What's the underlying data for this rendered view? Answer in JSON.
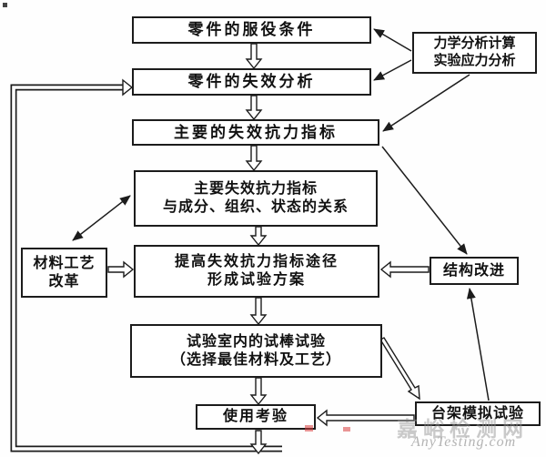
{
  "diagram": {
    "nodes": {
      "service_conditions": "零件的服役条件",
      "failure_analysis": "零件的失效分析",
      "main_resistance_index": "主要的失效抗力指标",
      "relation": [
        "主要失效抗力指标",
        "与成分、组织、状态的关系"
      ],
      "improve": [
        "提高失效抗力指标途径",
        "形成试验方案"
      ],
      "lab_test": [
        "试验室内的试棒试验",
        "（选择最佳材料及工艺）"
      ],
      "service_verification": "使用考验",
      "material_process": [
        "材料工艺",
        "改革"
      ],
      "mechanics": [
        "力学分析计算",
        "实验应力分析"
      ],
      "structure_improvement": "结构改进",
      "bench_test": "台架模拟试验"
    },
    "watermark": {
      "cn": "嘉峪检测网",
      "site": "AnyTesting.com"
    },
    "colors": {
      "line": "#1c1c1c",
      "background": "#fefefe",
      "watermark_gray": "#b3b3b3",
      "watermark_red": "#d73c3c"
    }
  }
}
